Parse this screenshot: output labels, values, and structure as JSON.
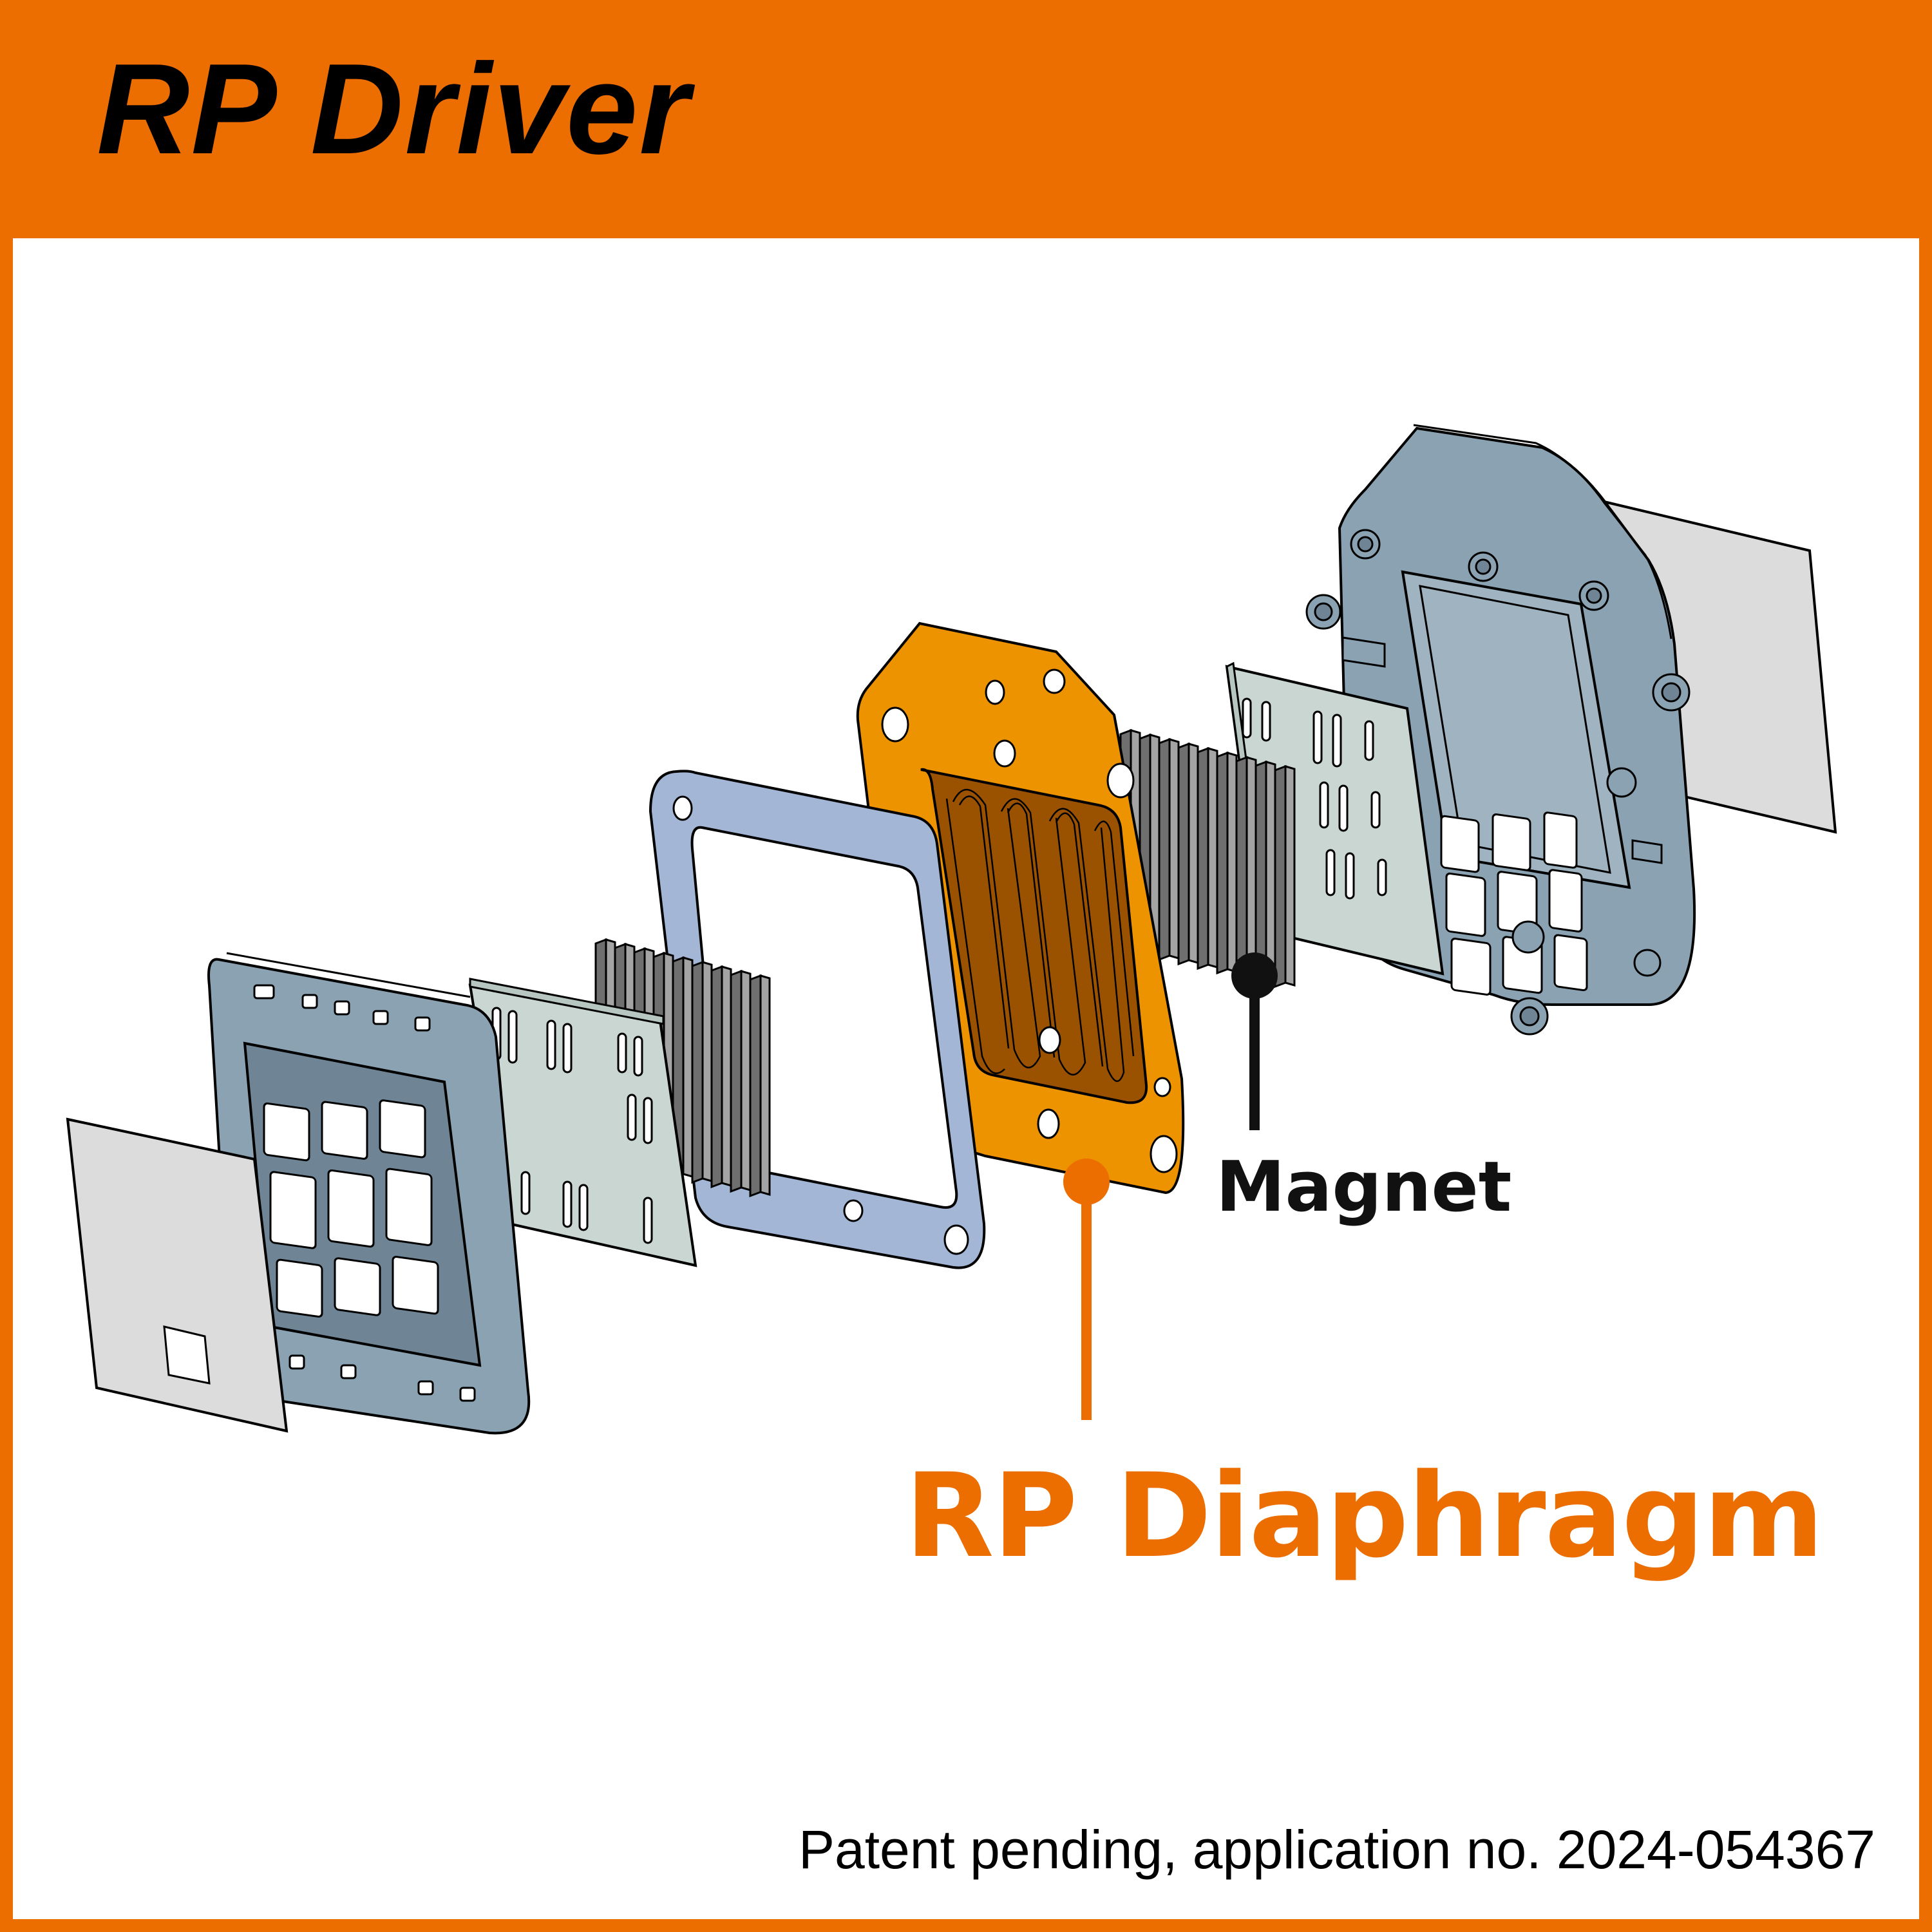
{
  "header": {
    "title": "RP Driver",
    "background_color": "#EC6D00"
  },
  "labels": {
    "magnet": "Magnet",
    "diaphragm": "RP Diaphragm",
    "diaphragm_color": "#EC6D00"
  },
  "footer": {
    "patent": "Patent pending, application no. 2024-054367"
  },
  "components": [
    "front-cover-sheet",
    "front-frame",
    "front-plate",
    "front-magnet-array",
    "spacer-gasket",
    "rp-diaphragm",
    "rear-magnet-array",
    "rear-plate",
    "rear-frame",
    "rear-cover-sheet"
  ],
  "colors": {
    "frame_blue": "#8BA2B2",
    "gasket_blue": "#A3B6D6",
    "plate_green": "#C9D6D2",
    "magnet_gray": "#8E8E8E",
    "diaphragm_orange": "#EE9300",
    "sheet_gray": "#DCDCDC"
  }
}
